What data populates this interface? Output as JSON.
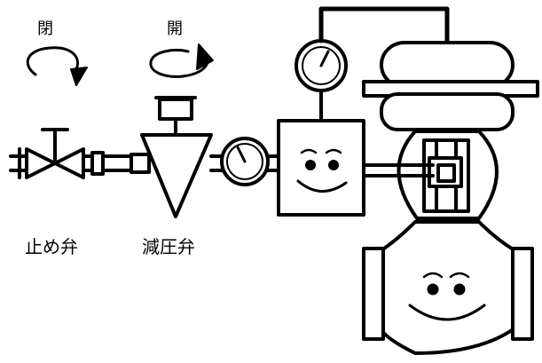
{
  "labels": {
    "close": "閉",
    "open": "開",
    "stop_valve": "止め弁",
    "reducing_valve": "減圧弁"
  },
  "colors": {
    "stroke": "#000000",
    "fill": "#ffffff"
  },
  "icons": [
    "close-rotation-arrow-icon",
    "open-rotation-arrow-icon",
    "pressure-gauge-icon",
    "smiley-face-icon"
  ]
}
